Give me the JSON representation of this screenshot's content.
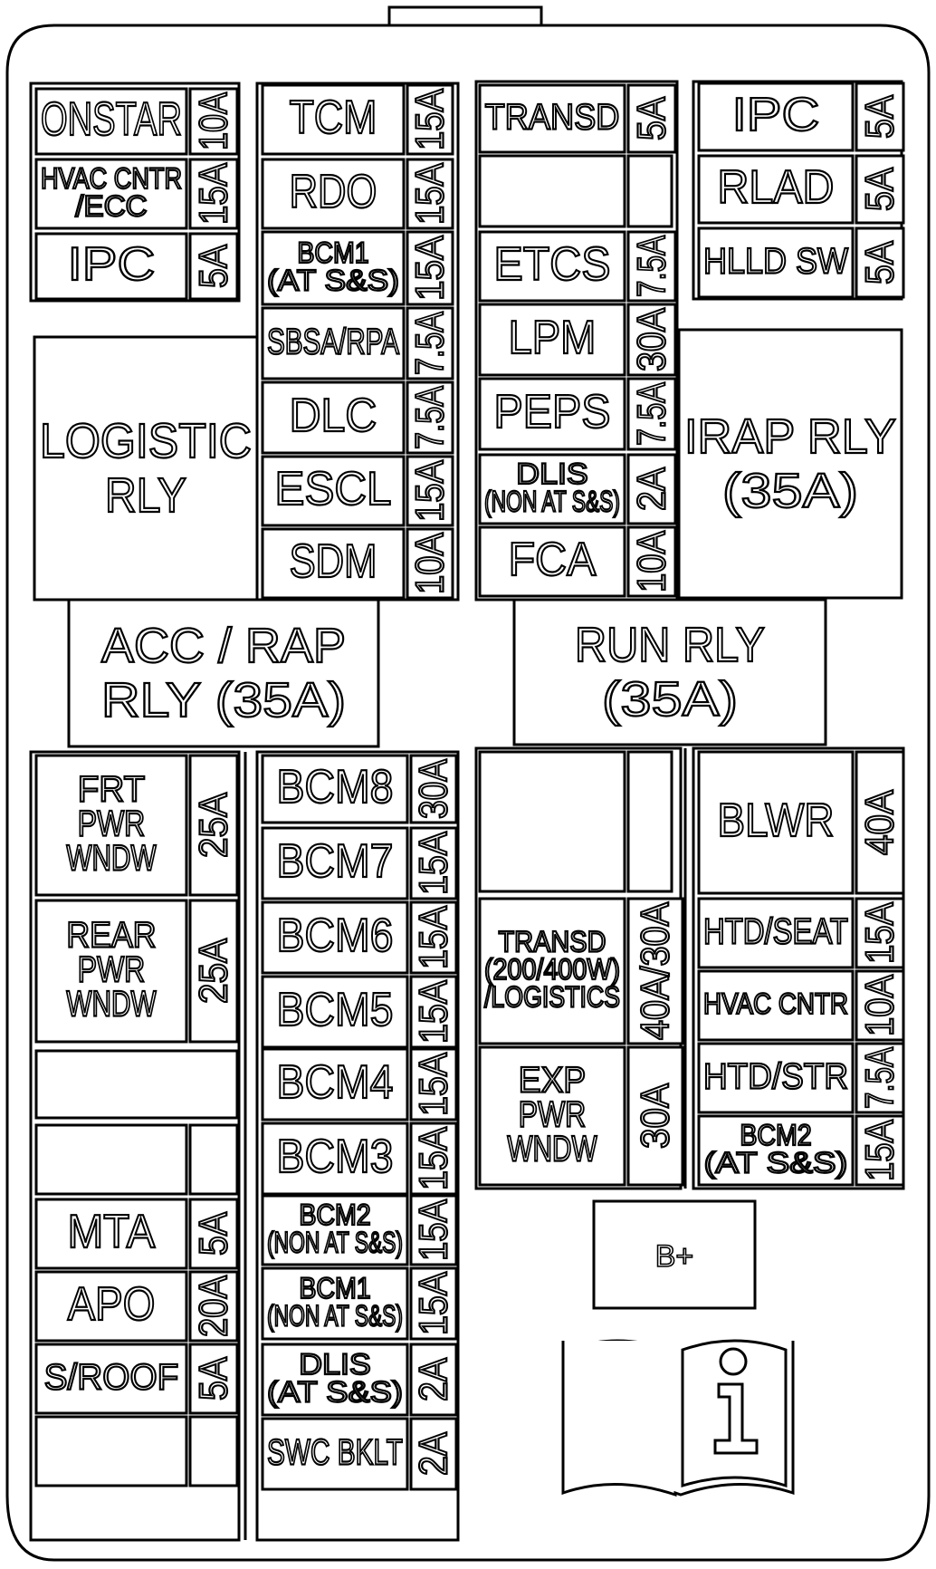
{
  "fuses": [
    {
      "id": "onstar",
      "name": [
        "ONSTAR"
      ],
      "amp": "10A"
    },
    {
      "id": "hvac-cntr-ecc",
      "name": [
        "HVAC CNTR",
        "/ECC"
      ],
      "amp": "15A"
    },
    {
      "id": "ipc-left",
      "name": [
        "IPC"
      ],
      "amp": "5A"
    },
    {
      "id": "tcm",
      "name": [
        "TCM"
      ],
      "amp": "15A"
    },
    {
      "id": "rdo",
      "name": [
        "RDO"
      ],
      "amp": "15A"
    },
    {
      "id": "bcm1-at",
      "name": [
        "BCM1",
        "(AT S&S)"
      ],
      "amp": "15A"
    },
    {
      "id": "sbsa-rpa",
      "name": [
        "SBSA/RPA"
      ],
      "amp": "7.5A"
    },
    {
      "id": "dlc",
      "name": [
        "DLC"
      ],
      "amp": "7.5A"
    },
    {
      "id": "escl",
      "name": [
        "ESCL"
      ],
      "amp": "15A"
    },
    {
      "id": "sdm",
      "name": [
        "SDM"
      ],
      "amp": "10A"
    },
    {
      "id": "transd-top",
      "name": [
        "TRANSD"
      ],
      "amp": "5A"
    },
    {
      "id": "etcs",
      "name": [
        "ETCS"
      ],
      "amp": "7.5A"
    },
    {
      "id": "lpm",
      "name": [
        "LPM"
      ],
      "amp": "30A"
    },
    {
      "id": "peps",
      "name": [
        "PEPS"
      ],
      "amp": "7.5A"
    },
    {
      "id": "dlis-non-at",
      "name": [
        "DLIS",
        "(NON AT S&S)"
      ],
      "amp": "2A"
    },
    {
      "id": "fca",
      "name": [
        "FCA"
      ],
      "amp": "10A"
    },
    {
      "id": "ipc-right",
      "name": [
        "IPC"
      ],
      "amp": "5A"
    },
    {
      "id": "rlad",
      "name": [
        "RLAD"
      ],
      "amp": "5A"
    },
    {
      "id": "hlld-sw",
      "name": [
        "HLLD SW"
      ],
      "amp": "5A"
    },
    {
      "id": "frt-pwr-wndw",
      "name": [
        "FRT",
        "PWR",
        "WNDW"
      ],
      "amp": "25A"
    },
    {
      "id": "rear-pwr-wndw",
      "name": [
        "REAR",
        "PWR",
        "WNDW"
      ],
      "amp": "25A"
    },
    {
      "id": "mta",
      "name": [
        "MTA"
      ],
      "amp": "5A"
    },
    {
      "id": "apo",
      "name": [
        "APO"
      ],
      "amp": "20A"
    },
    {
      "id": "sroof",
      "name": [
        "S/ROOF"
      ],
      "amp": "5A"
    },
    {
      "id": "bcm8",
      "name": [
        "BCM8"
      ],
      "amp": "30A"
    },
    {
      "id": "bcm7",
      "name": [
        "BCM7"
      ],
      "amp": "15A"
    },
    {
      "id": "bcm6",
      "name": [
        "BCM6"
      ],
      "amp": "15A"
    },
    {
      "id": "bcm5",
      "name": [
        "BCM5"
      ],
      "amp": "15A"
    },
    {
      "id": "bcm4",
      "name": [
        "BCM4"
      ],
      "amp": "15A"
    },
    {
      "id": "bcm3",
      "name": [
        "BCM3"
      ],
      "amp": "15A"
    },
    {
      "id": "bcm2-non-at",
      "name": [
        "BCM2",
        "(NON AT S&S)"
      ],
      "amp": "15A"
    },
    {
      "id": "bcm1-non-at",
      "name": [
        "BCM1",
        "(NON AT S&S)"
      ],
      "amp": "15A"
    },
    {
      "id": "dlis-at",
      "name": [
        "DLIS",
        "(AT S&S)"
      ],
      "amp": "2A"
    },
    {
      "id": "swc-bklt",
      "name": [
        "SWC BKLT"
      ],
      "amp": "2A"
    },
    {
      "id": "transd-logistics",
      "name": [
        "TRANSD",
        "(200/400W)",
        "/LOGISTICS"
      ],
      "amp": "40A/30A"
    },
    {
      "id": "exp-pwr-wndw",
      "name": [
        "EXP",
        "PWR",
        "WNDW"
      ],
      "amp": "30A"
    },
    {
      "id": "blwr",
      "name": [
        "BLWR"
      ],
      "amp": "40A"
    },
    {
      "id": "htd-seat",
      "name": [
        "HTD/SEAT"
      ],
      "amp": "15A"
    },
    {
      "id": "hvac-cntr",
      "name": [
        "HVAC CNTR"
      ],
      "amp": "10A"
    },
    {
      "id": "htd-str",
      "name": [
        "HTD/STR"
      ],
      "amp": "7.5A"
    },
    {
      "id": "bcm2-at",
      "name": [
        "BCM2",
        "(AT S&S)"
      ],
      "amp": "15A"
    }
  ],
  "relays": [
    {
      "id": "logistic-rly",
      "name": [
        "LOGISTIC",
        "RLY"
      ]
    },
    {
      "id": "acc-rap-rly",
      "name": [
        "ACC / RAP",
        "RLY (35A)"
      ]
    },
    {
      "id": "run-rly",
      "name": [
        "RUN RLY",
        "(35A)"
      ]
    },
    {
      "id": "irap-rly",
      "name": [
        "IRAP RLY",
        "(35A)"
      ]
    }
  ],
  "terminal": {
    "label": "B+"
  },
  "icons": {
    "manual": "owners-manual-info-icon"
  }
}
